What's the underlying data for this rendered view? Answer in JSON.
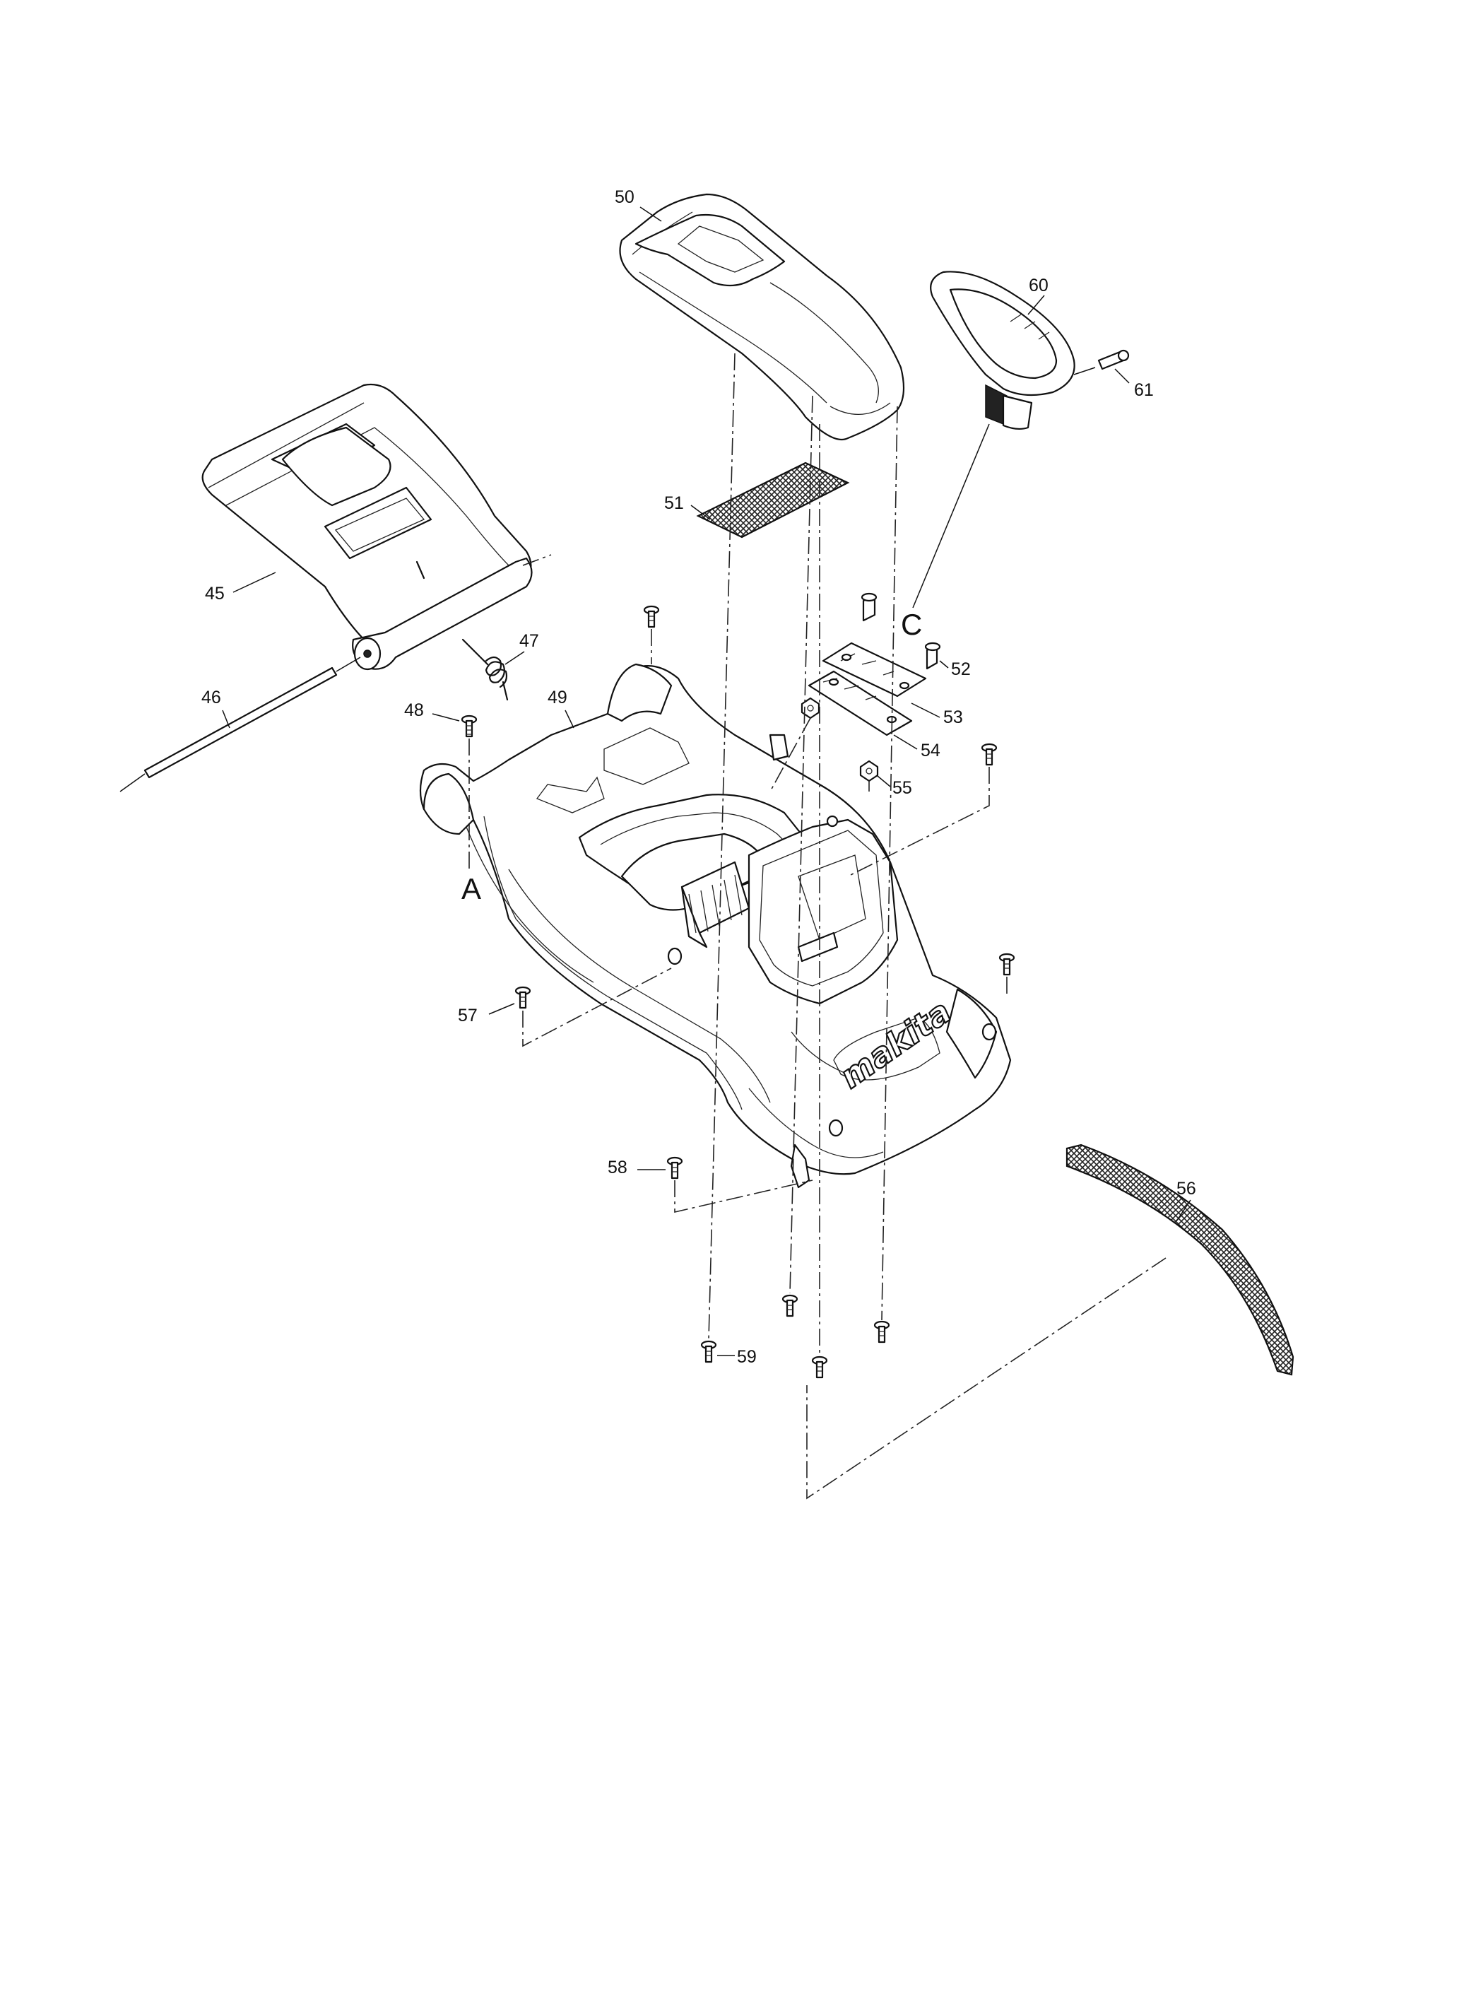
{
  "diagram": {
    "part_numbers": [
      "45",
      "46",
      "47",
      "48",
      "49",
      "50",
      "51",
      "52",
      "53",
      "54",
      "55",
      "56",
      "57",
      "58",
      "59",
      "60",
      "61"
    ],
    "reference_letters": [
      "A",
      "C"
    ],
    "logo_text": "makita"
  }
}
